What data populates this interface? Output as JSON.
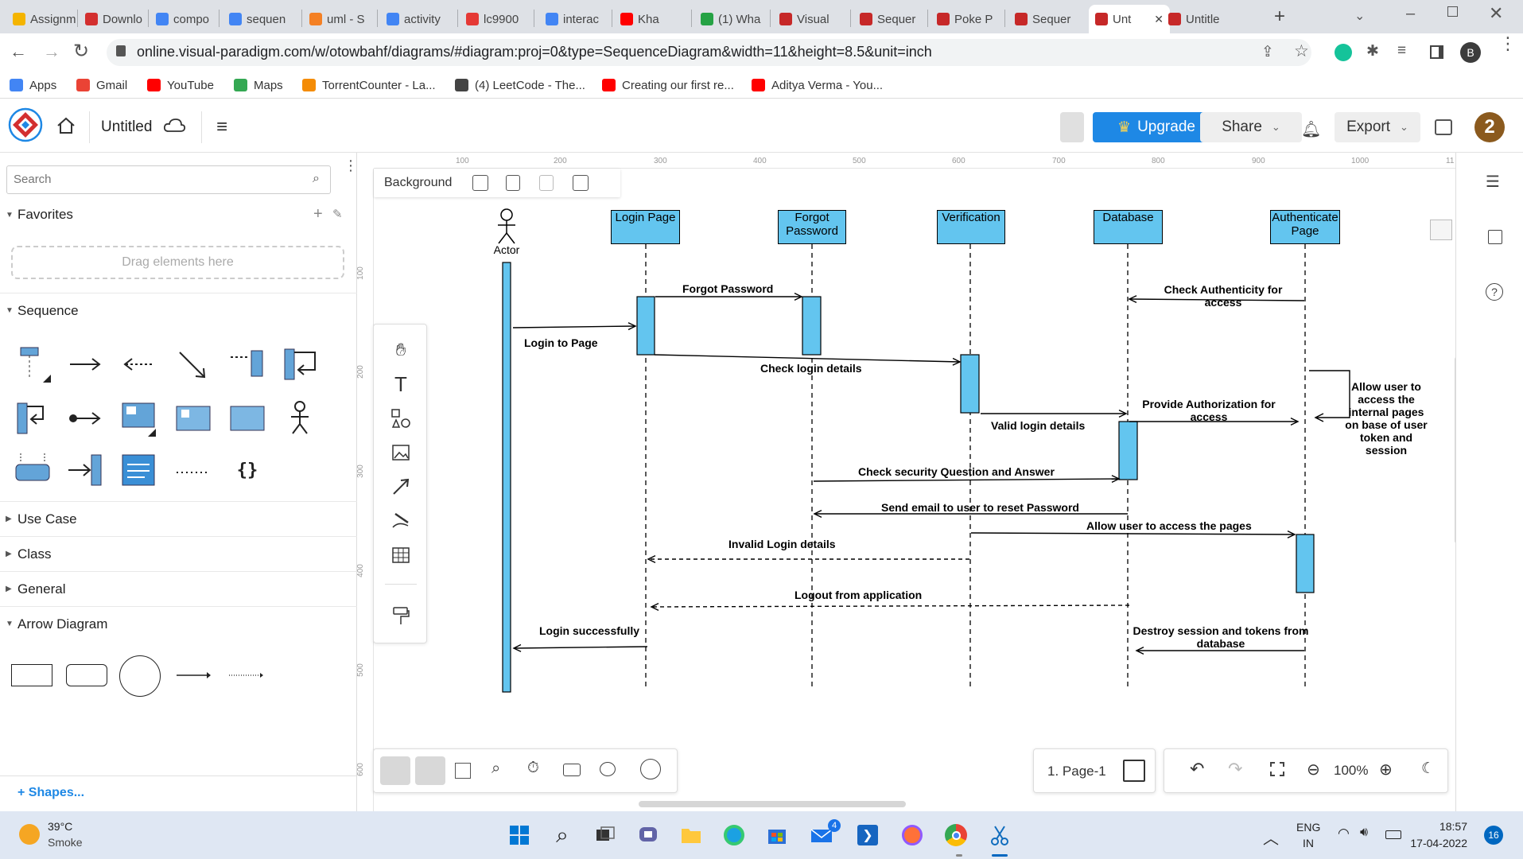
{
  "browser": {
    "tabs": [
      {
        "label": "Assignm",
        "fav_color": "#f4b400"
      },
      {
        "label": "Downlo",
        "fav_color": "#d32f2f"
      },
      {
        "label": "compo",
        "fav_color": "#4285f4"
      },
      {
        "label": "sequen",
        "fav_color": "#4285f4"
      },
      {
        "label": "uml - S",
        "fav_color": "#f48024"
      },
      {
        "label": "activity",
        "fav_color": "#4285f4"
      },
      {
        "label": "lc9900",
        "fav_color": "#e53935"
      },
      {
        "label": "interac",
        "fav_color": "#4285f4"
      },
      {
        "label": "Kha",
        "fav_color": "#ff0000"
      },
      {
        "label": "(1) Wha",
        "fav_color": "#25a244"
      },
      {
        "label": "Visual",
        "fav_color": "#c62828"
      },
      {
        "label": "Sequer",
        "fav_color": "#c62828"
      },
      {
        "label": "Poke P",
        "fav_color": "#c62828"
      },
      {
        "label": "Sequer",
        "fav_color": "#c62828"
      },
      {
        "label": "Unt",
        "fav_color": "#c62828"
      },
      {
        "label": "Untitle",
        "fav_color": "#c62828"
      }
    ],
    "url": "online.visual-paradigm.com/w/otowbahf/diagrams/#diagram:proj=0&type=SequenceDiagram&width=11&height=8.5&unit=inch",
    "profile_initial": "B",
    "bookmarks": [
      {
        "label": "Apps",
        "color": "#4285f4"
      },
      {
        "label": "Gmail",
        "color": "#ea4335"
      },
      {
        "label": "YouTube",
        "color": "#ff0000"
      },
      {
        "label": "Maps",
        "color": "#34a853"
      },
      {
        "label": "TorrentCounter - La...",
        "color": "#f48c06"
      },
      {
        "label": "(4) LeetCode - The...",
        "color": "#444444"
      },
      {
        "label": "Creating our first re...",
        "color": "#ff0000"
      },
      {
        "label": "Aditya Verma - You...",
        "color": "#ff0000"
      }
    ]
  },
  "app": {
    "doc_title": "Untitled",
    "upgrade_label": "Upgrade",
    "share_label": "Share",
    "export_label": "Export",
    "user_initial": "2",
    "brand_color": "#1e88e5"
  },
  "left_panel": {
    "search_placeholder": "Search",
    "favorites_label": "Favorites",
    "drag_hint": "Drag elements here",
    "sequence_label": "Sequence",
    "sections": [
      "Use Case",
      "Class",
      "General",
      "Arrow Diagram"
    ],
    "shapes_link": "Shapes..."
  },
  "canvas": {
    "background_label": "Background",
    "ruler_top": [
      "100",
      "200",
      "300",
      "400",
      "500",
      "600",
      "700",
      "800",
      "900",
      "1000",
      "11"
    ],
    "ruler_left": [
      "100",
      "200",
      "300",
      "400",
      "500",
      "600"
    ],
    "page_label": "1. Page-1",
    "zoom": "100%"
  },
  "diagram": {
    "actor_label": "Actor",
    "lifelines": [
      "Login Page",
      "Forgot Password",
      "Verification",
      "Database",
      "Authenticate Page"
    ],
    "messages": {
      "forgot_password": "Forgot Password",
      "check_authenticity": "Check Authenticity  for access",
      "login_to_page": "Login to Page",
      "check_login_details": "Check login details",
      "allow_user_internal": "Allow user to access the internal pages on base of user token and session",
      "provide_authorization": "Provide Authorization for access",
      "valid_login_details": "Valid login details",
      "check_security": "Check security Question and Answer",
      "send_email": "Send email to user to reset Password",
      "allow_user_pages": "Allow user to access the pages",
      "invalid_login": "Invalid Login details",
      "logout": "Logout from application",
      "login_successfully": "Login successfully",
      "destroy_session": "Destroy session and tokens from database"
    },
    "lifeline_color": "#63c5ef"
  },
  "taskbar": {
    "weather_temp": "39°C",
    "weather_desc": "Smoke",
    "lang_line1": "ENG",
    "lang_line2": "IN",
    "time": "18:57",
    "date": "17-04-2022",
    "mail_badge": "4",
    "notif_count": "16"
  }
}
